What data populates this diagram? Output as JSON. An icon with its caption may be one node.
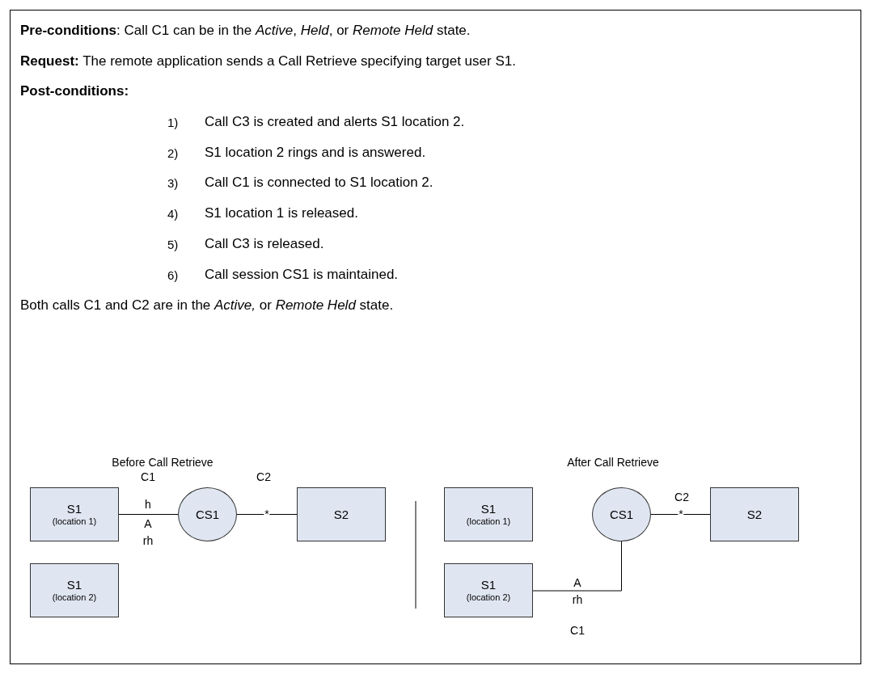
{
  "diagram": {
    "nodes": [
      {
        "text": [
          "S1",
          "(location 1)"
        ]
      },
      {
        "text": [
          "S1",
          "(location 2)"
        ]
      },
      {
        "text": [
          "CS1"
        ]
      },
      {
        "text": [
          "S2"
        ]
      },
      {
        "text": [
          "S1",
          "(location 1)"
        ]
      },
      {
        "text": [
          "S1",
          "(location 2)"
        ]
      },
      {
        "text": [
          "CS1"
        ]
      },
      {
        "text": [
          "S2"
        ]
      }
    ],
    "edges": [
      {
        "from": 0,
        "to": 2,
        "arrow": "none",
        "label": "A"
      },
      {
        "from": 2,
        "to": 3,
        "arrow": "none",
        "label": "*"
      },
      {
        "from": 5,
        "to": 6,
        "arrow": "none",
        "label": "A"
      },
      {
        "from": 6,
        "to": 7,
        "arrow": "none",
        "label": "*"
      }
    ],
    "labels": [
      "**Pre-conditions**: Call C1 can be in the *Active*, *Held*, or *Remote Held* state.",
      "**Request:** The remote application sends a Call Retrieve specifying target user S1.",
      "Post-conditions:",
      "1)",
      "Call C3 is created and alerts S1 location 2.",
      "2)",
      "S1 location 2 rings and is answered.",
      "3)",
      "Call C1 is connected to S1 location 2.",
      "4)",
      "S1 location 1 is released.",
      "5)",
      "Call C3 is released.",
      "6)",
      "Call session CS1 is maintained.",
      "Both calls C1 and C2 are in the *Active,* or *Remote Held* state.",
      "Before Call Retrieve",
      "After Call Retrieve",
      "C1",
      "C2",
      "h",
      "rh",
      "C2",
      "rh",
      "C1"
    ]
  }
}
